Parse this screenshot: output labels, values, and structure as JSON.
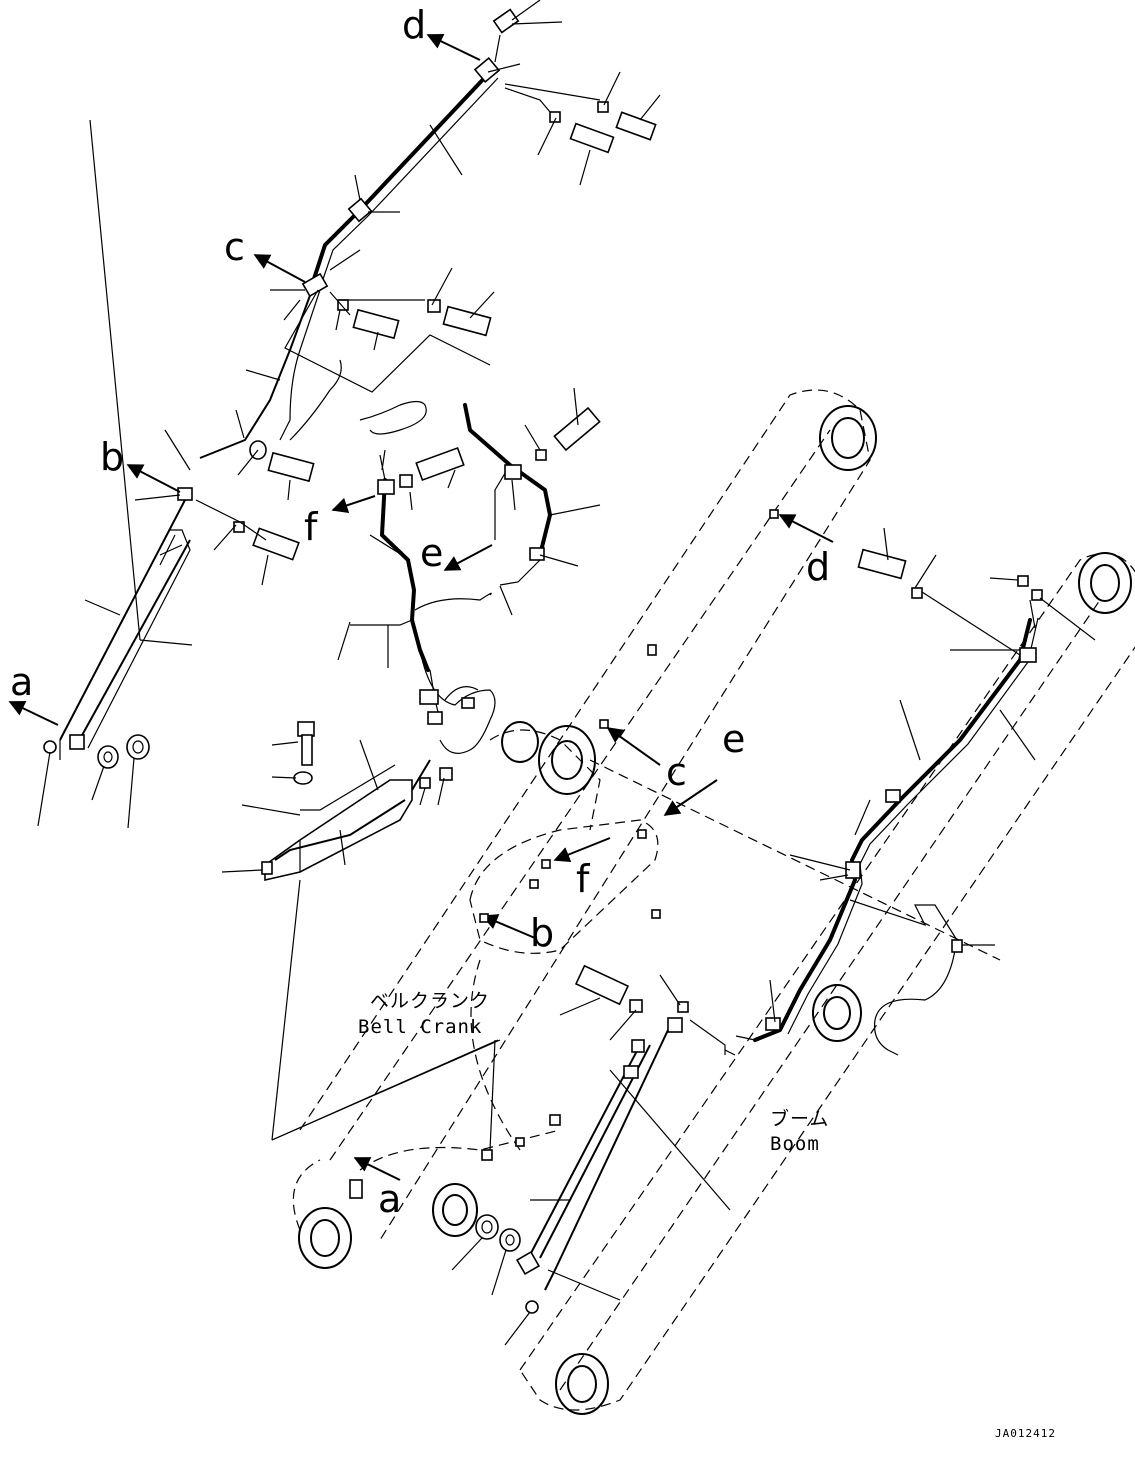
{
  "labels": {
    "a_left": "a",
    "b_left": "b",
    "c_left": "c",
    "d_left": "d",
    "e_left": "e",
    "f_left": "f",
    "a_right": "a",
    "b_right": "b",
    "c_right": "c",
    "d_right": "d",
    "e_right": "e",
    "f_right": "f"
  },
  "captions": {
    "bell_crank_jp": "ベルクランク",
    "bell_crank_en": "Bell Crank",
    "boom_jp": "ブーム",
    "boom_en": "Boom"
  },
  "drawing_ref": "JA012412"
}
